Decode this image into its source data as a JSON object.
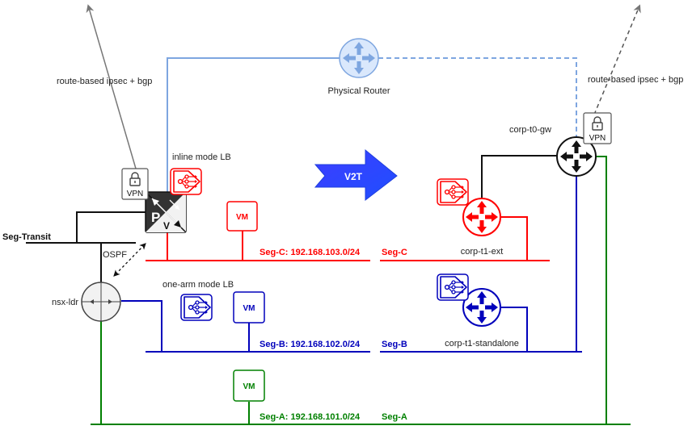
{
  "colors": {
    "red": "#ff0000",
    "blue": "#0000bb",
    "green": "#008000",
    "black": "#111111",
    "lightblue": "#7ea6e0",
    "gray": "#7f7f7f",
    "arrow": "#3333ff"
  },
  "labels": {
    "route_left": "route-based ipsec + bgp",
    "route_right": "route-based ipsec + bgp",
    "physical_router": "Physical Router",
    "corp_t0_gw": "corp-t0-gw",
    "inline_lb": "inline mode LB",
    "one_arm_lb": "one-arm mode LB",
    "seg_transit": "Seg-Transit",
    "ospf": "OSPF",
    "nsx_ldr": "nsx-ldr",
    "seg_c_left": "Seg-C: 192.168.103.0/24",
    "seg_c_right": "Seg-C",
    "seg_b_left": "Seg-B: 192.168.102.0/24",
    "seg_b_right": "Seg-B",
    "seg_a_left": "Seg-A: 192.168.101.0/24",
    "seg_a_right": "Seg-A",
    "corp_t1_ext": "corp-t1-ext",
    "corp_t1_standalone": "corp-t1-standalone",
    "v2t": "V2T",
    "vpn": "VPN",
    "vm": "VM",
    "edge_p": "P",
    "edge_v": "V"
  },
  "icons": [
    "lock-icon",
    "load-balancer-icon",
    "router-icon",
    "edge-gateway-icon",
    "vm-icon",
    "arrow-icon"
  ]
}
